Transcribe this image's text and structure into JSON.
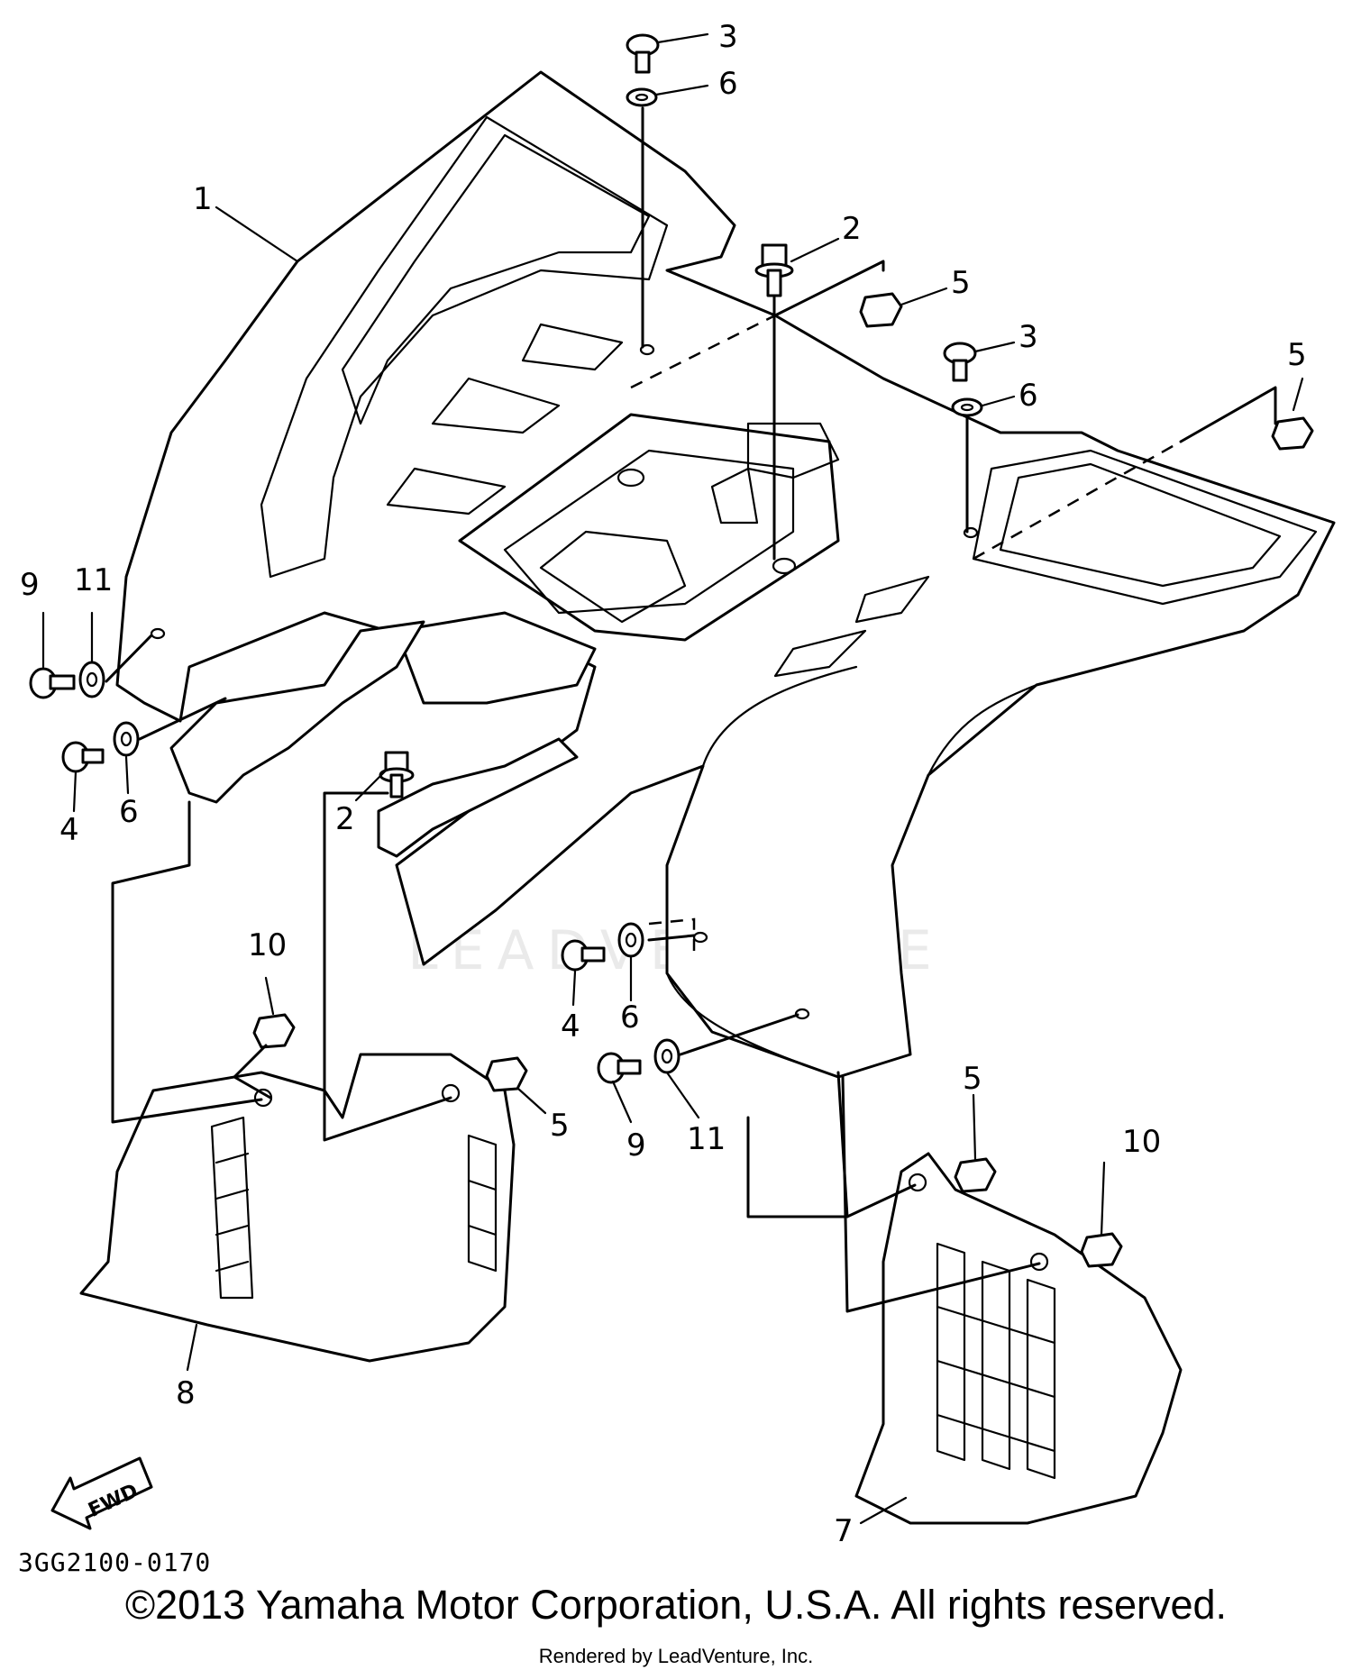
{
  "diagram": {
    "code": "3GG2100-0170",
    "copyright": "©2013 Yamaha Motor Corporation, U.S.A. All rights reserved.",
    "rendered_by": "Rendered by LeadVenture, Inc.",
    "watermark": "LEADVENTURE",
    "fwd_label": "FWD",
    "callouts": {
      "fender": "1",
      "bolt_2a": "2",
      "bolt_2b": "2",
      "screw_3a": "3",
      "screw_3b": "3",
      "screw_4a": "4",
      "screw_4b": "4",
      "nut_5a": "5",
      "nut_5b": "5",
      "nut_5c": "5",
      "nut_5d": "5",
      "washer_6a": "6",
      "washer_6b": "6",
      "washer_6c": "6",
      "washer_6d": "6",
      "flap_right": "7",
      "flap_left": "8",
      "screw_9a": "9",
      "screw_9b": "9",
      "nut_10a": "10",
      "nut_10b": "10",
      "washer_11a": "11",
      "washer_11b": "11"
    }
  }
}
